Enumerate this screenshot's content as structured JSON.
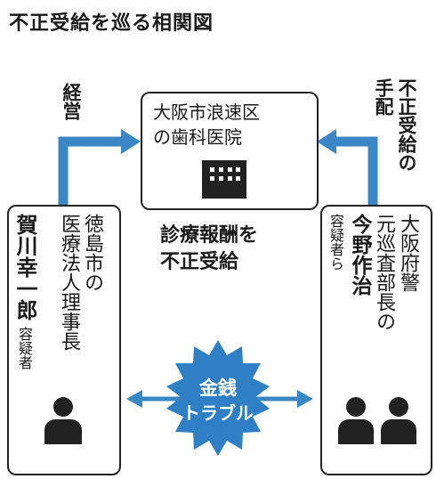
{
  "title": "不正受給を巡る相関図",
  "clinic": {
    "line1": "大阪市浪速区",
    "line2": "の歯科医院"
  },
  "left_entity": {
    "name": "賀川幸一郎",
    "suffix": "容疑者",
    "org_col1": "徳島市の",
    "org_col2": "医療法人理",
    "org_col3": "事長"
  },
  "right_entity": {
    "org_col1": "大阪府警",
    "org_col2": "元巡査部長の",
    "name": "今野作治",
    "suffix": "容疑者ら"
  },
  "labels": {
    "management": "経営",
    "arrangement": "手配",
    "fraud_col1": "不正受給の",
    "center_line1": "診療報酬を",
    "center_line2": "不正受給"
  },
  "burst": {
    "line1": "金銭",
    "line2": "トラブル"
  },
  "colors": {
    "arrow": "#3b87c6",
    "burst": "#2f7fc5",
    "dark": "#222222"
  }
}
